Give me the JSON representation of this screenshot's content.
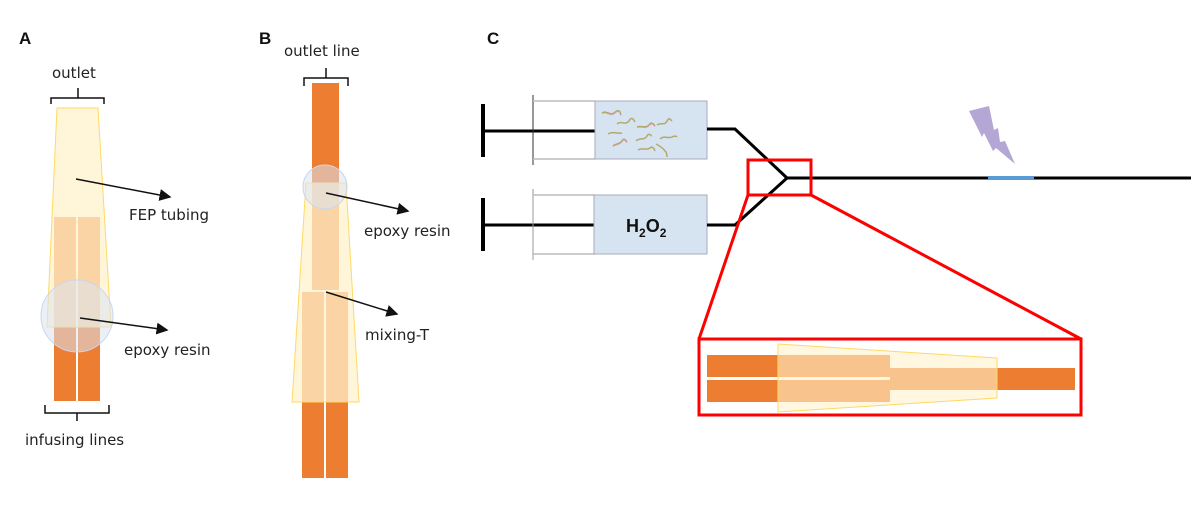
{
  "panels": {
    "a": {
      "letter": "A",
      "labels": {
        "outlet": "outlet",
        "fep_tubing": "FEP tubing",
        "epoxy_resin": "epoxy resin",
        "infusing_lines": "infusing lines"
      }
    },
    "b": {
      "letter": "B",
      "labels": {
        "outlet_line": "outlet line",
        "epoxy_resin": "epoxy resin",
        "mixing_t": "mixing-T"
      }
    },
    "c": {
      "letter": "C",
      "syringe_top_content": "worms",
      "syringe_bottom_label": {
        "main": "H",
        "sub1": "2",
        "mid": "O",
        "sub2": "2"
      },
      "light_source": "lightning-bolt",
      "irradiation_zone": "blue segment"
    }
  },
  "colors": {
    "orange_dark": "#ED7D31",
    "orange_light": "#F2A048",
    "tubing_fill": "#FFF2CC",
    "tubing_stroke": "#FFD966",
    "resin_fill": "#DAE3F3",
    "syringe_fill": "#D6E4F2",
    "red": "#FF0000",
    "blue_zone": "#5B9BD5",
    "bolt": "#B4A7D6"
  }
}
